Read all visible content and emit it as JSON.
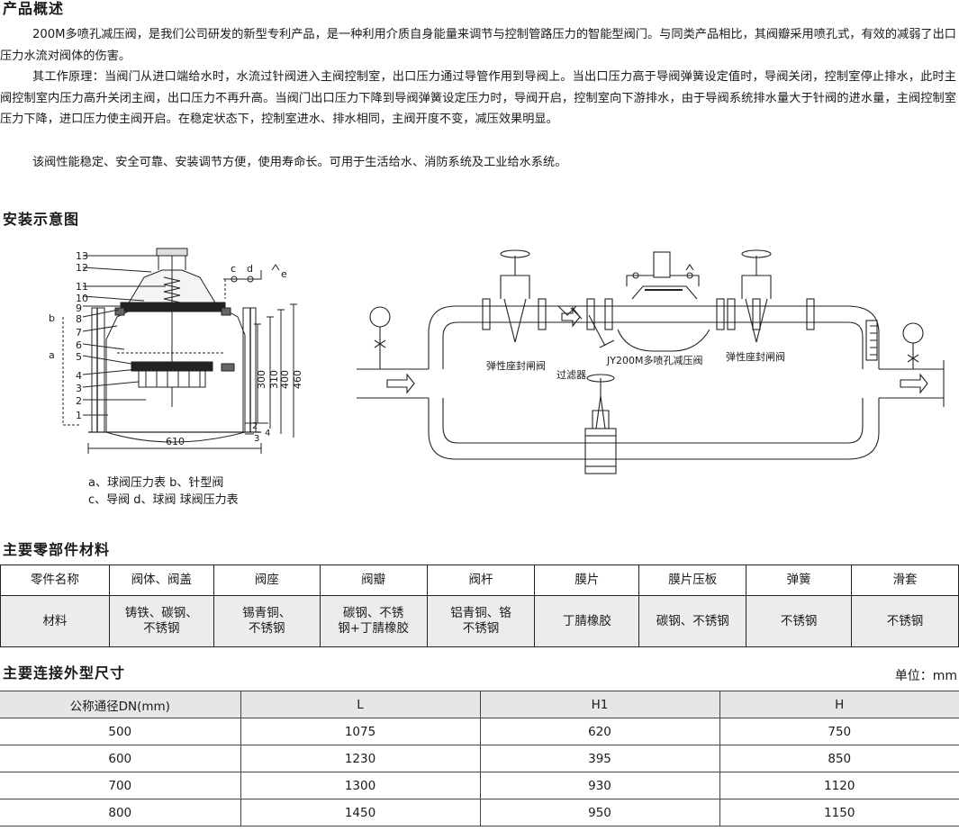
{
  "overview": {
    "title": "产品概述",
    "p1": "200M多喷孔减压阀，是我们公司研发的新型专利产品，是一种利用介质自身能量来调节与控制管路压力的智能型阀门。与同类产品相比，其阀瓣采用喷孔式，有效的减弱了出口压力水流对阀体的伤害。",
    "p2": "其工作原理：当阀门从进口端给水时，水流过针阀进入主阀控制室，出口压力通过导管作用到导阀上。当出口压力高于导阀弹簧设定值时，导阀关闭，控制室停止排水，此时主阀控制室内压力高升关闭主阀，出口压力不再升高。当阀门出口压力下降到导阀弹簧设定压力时，导阀开启，控制室向下游排水，由于导阀系统排水量大于针阀的进水量，主阀控制室压力下降，进口压力使主阀开启。在稳定状态下，控制室进水、排水相同，主阀开度不变，减压效果明显。",
    "p3": "该阀性能稳定、安全可靠、安装调节方便，使用寿命长。可用于生活给水、消防系统及工业给水系统。"
  },
  "install": {
    "title": "安装示意图",
    "part_numbers": [
      "13",
      "12",
      "11",
      "10",
      "9",
      "8",
      "7",
      "6",
      "5",
      "4",
      "3",
      "2",
      "1"
    ],
    "side_labels": {
      "a": "a",
      "b": "b",
      "c": "c",
      "d": "d",
      "e": "e"
    },
    "dims": {
      "width": "610",
      "d300": "300",
      "d310": "310",
      "d400": "400",
      "d460": "460",
      "h2": "2",
      "h3": "3",
      "h4": "4"
    },
    "legend_line1": "a、球阀压力表 b、针型阀",
    "legend_line2": "c、导阀 d、球阀 球阀压力表",
    "labels": {
      "gate_left": "弹性座封闸阀",
      "filter": "过滤器",
      "main_valve": "JY200M多喷孔减压阀",
      "gate_right": "弹性座封闸阀"
    }
  },
  "materials": {
    "title": "主要零部件材料",
    "headers": [
      "零件名称",
      "阀体、阀盖",
      "阀座",
      "阀瓣",
      "阀杆",
      "膜片",
      "膜片压板",
      "弹簧",
      "滑套"
    ],
    "row_label": "材料",
    "row": [
      [
        "铸铁、碳钢、",
        "不锈钢"
      ],
      [
        "锡青铜、",
        "不锈钢"
      ],
      [
        "碳钢、不锈",
        "钢+丁腈橡胶"
      ],
      [
        "铝青铜、铬",
        "不锈钢"
      ],
      [
        "丁腈橡胶"
      ],
      [
        "碳钢、不锈钢"
      ],
      [
        "不锈钢"
      ],
      [
        "不锈钢"
      ]
    ]
  },
  "dimensions": {
    "title": "主要连接外型尺寸",
    "unit": "单位：mm",
    "headers": [
      "公称通径DN(mm)",
      "L",
      "H1",
      "H"
    ],
    "rows": [
      [
        "500",
        "1075",
        "620",
        "750"
      ],
      [
        "600",
        "1230",
        "395",
        "850"
      ],
      [
        "700",
        "1300",
        "930",
        "1120"
      ],
      [
        "800",
        "1450",
        "950",
        "1150"
      ]
    ]
  }
}
